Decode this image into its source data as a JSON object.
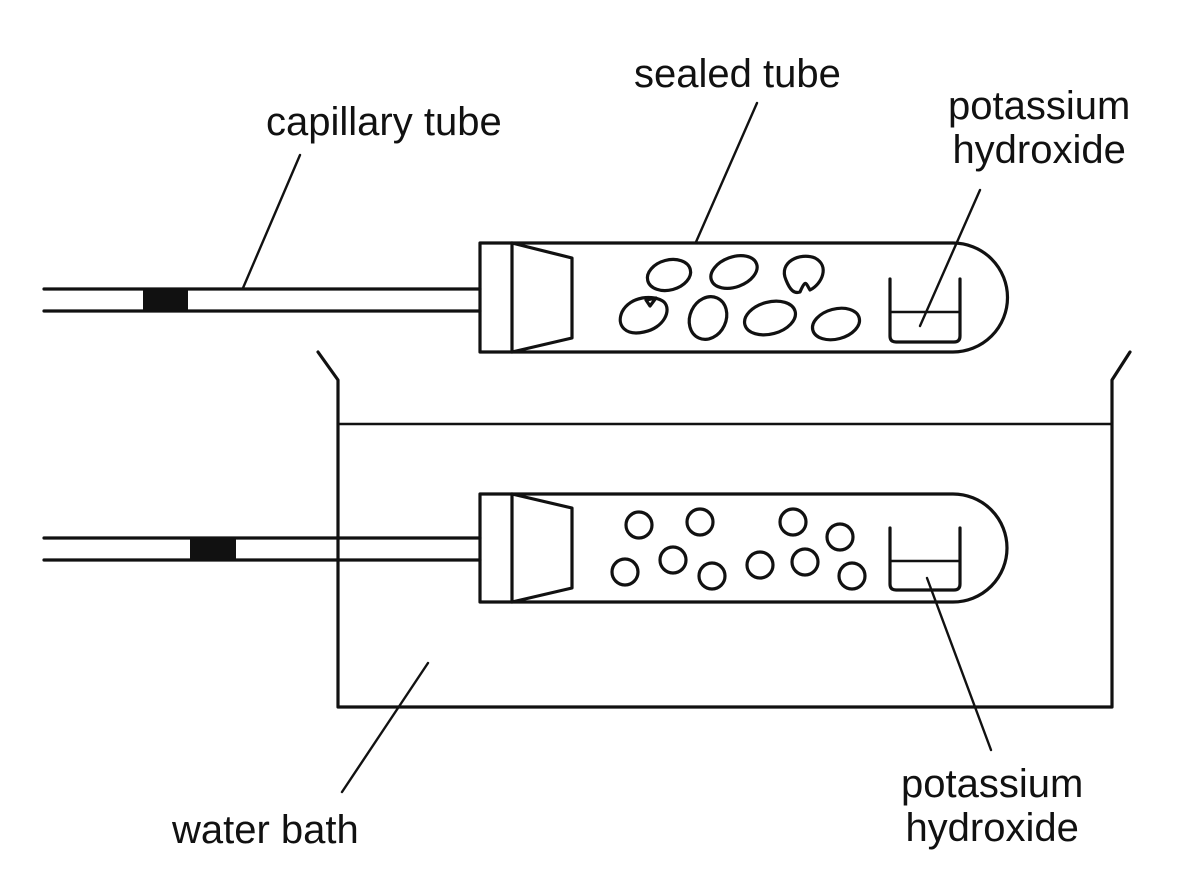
{
  "labels": {
    "capillary_tube": "capillary tube",
    "sealed_tube": "sealed tube",
    "koh_top_line1": "potassium",
    "koh_top_line2": "hydroxide",
    "koh_bottom_line1": "potassium",
    "koh_bottom_line2": "hydroxide",
    "water_bath": "water bath"
  },
  "colors": {
    "ink": "#111111",
    "background": "#ffffff"
  }
}
